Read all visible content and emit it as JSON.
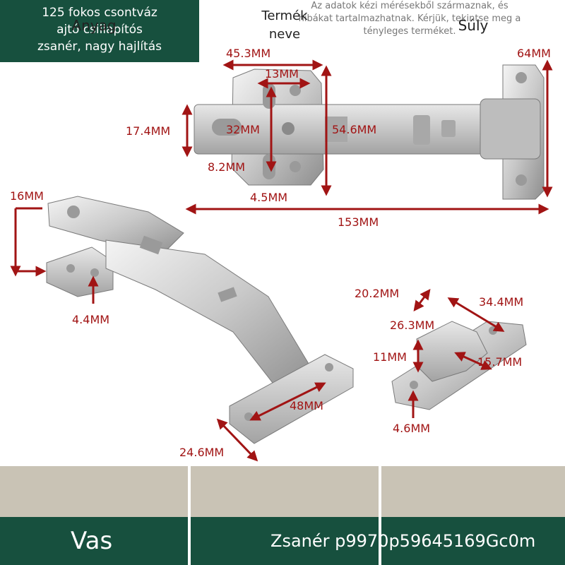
{
  "title": {
    "line1": "125 fokos csontváz",
    "line2": "ajtó csillapítós",
    "line3": "zsanér, nagy hajlítás"
  },
  "note": {
    "line1": "Az adatok kézi mérésekből származnak, és",
    "line2": "hibákat tartalmazhatnak. Kérjük, tekintse meg a",
    "line3": "tényleges terméket."
  },
  "dimensions": {
    "d45_3": "45.3MM",
    "d13": "13MM",
    "d64": "64MM",
    "d17_4": "17.4MM",
    "d32": "32MM",
    "d54_6": "54.6MM",
    "d8_2": "8.2MM",
    "d4_5": "4.5MM",
    "d153": "153MM",
    "d16": "16MM",
    "d4_4": "4.4MM",
    "d20_2": "20.2MM",
    "d34_4": "34.4MM",
    "d26_3": "26.3MM",
    "d11": "11MM",
    "d15_7": "15.7MM",
    "d48": "48MM",
    "d4_6": "4.6MM",
    "d24_6": "24.6MM"
  },
  "table": {
    "headers": [
      "Anyag",
      "Termék\nneve",
      "Súly"
    ],
    "values": [
      "Vas",
      "Zsanér p9970p59645169Gc0m",
      ""
    ]
  },
  "colors": {
    "brand_green": "#17503e",
    "header_beige": "#c9c3b5",
    "dimension_red": "#a11414"
  }
}
